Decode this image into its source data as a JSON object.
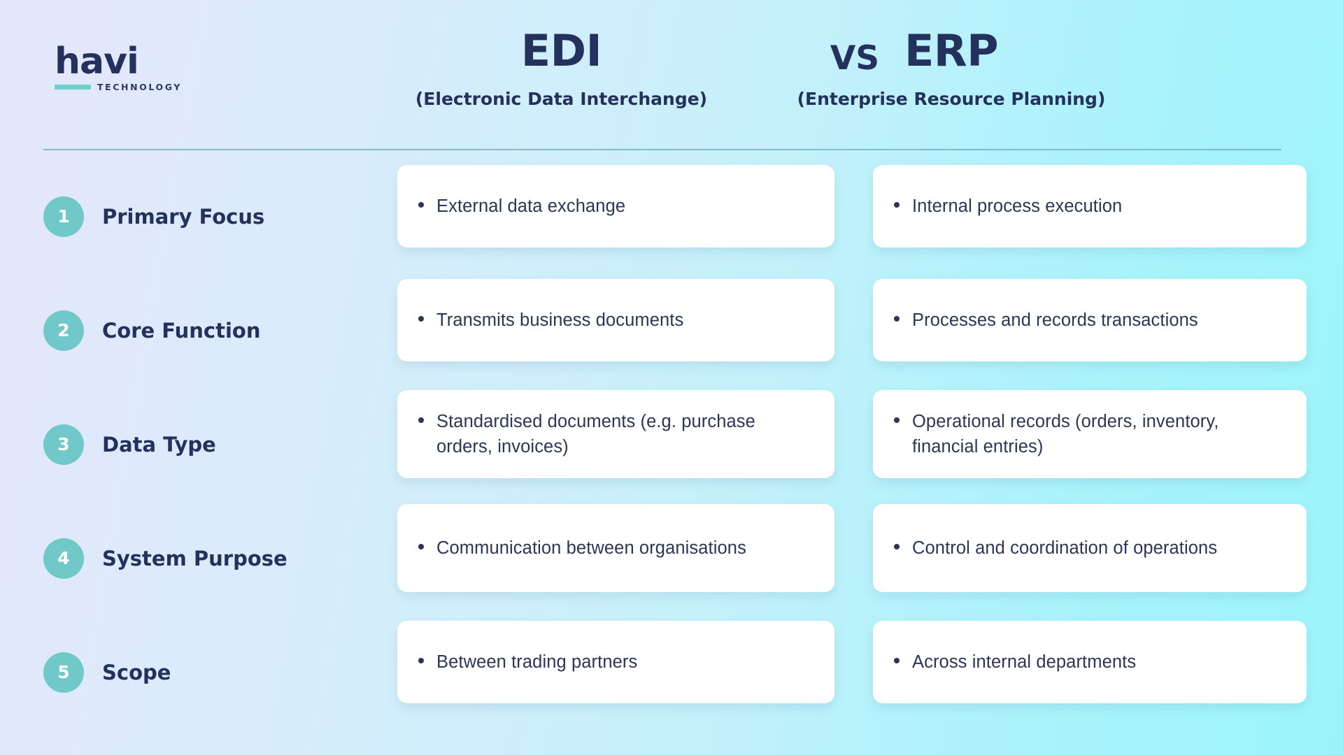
{
  "brand": {
    "name": "havi",
    "tagline": "TECHNOLOGY",
    "bar_color": "#6fd0d0",
    "text_color": "#24315c"
  },
  "header": {
    "left": {
      "title": "EDI",
      "subtitle": "(Electronic Data Interchange)"
    },
    "separator": "VS",
    "right": {
      "title": "ERP",
      "subtitle": "(Enterprise Resource Planning)"
    }
  },
  "theme": {
    "badge_color": "#71c8c8",
    "badge_text_color": "#ffffff",
    "heading_color": "#24315c",
    "body_color": "#2b3654",
    "card_background": "#ffffff",
    "divider_color": "#6aa9b5",
    "background_start": "#e4e6fa",
    "background_end": "#9cf4fa"
  },
  "rows": [
    {
      "number": "1",
      "label": "Primary Focus",
      "edi": "External data exchange",
      "erp": "Internal process execution"
    },
    {
      "number": "2",
      "label": "Core Function",
      "edi": "Transmits business documents",
      "erp": "Processes and records transactions"
    },
    {
      "number": "3",
      "label": "Data Type",
      "edi": "Standardised documents (e.g. purchase orders, invoices)",
      "erp": "Operational records (orders, inventory, financial entries)"
    },
    {
      "number": "4",
      "label": "System Purpose",
      "edi": "Communication between organisations",
      "erp": "Control and coordination of operations"
    },
    {
      "number": "5",
      "label": "Scope",
      "edi": "Between trading partners",
      "erp": "Across internal departments"
    }
  ]
}
